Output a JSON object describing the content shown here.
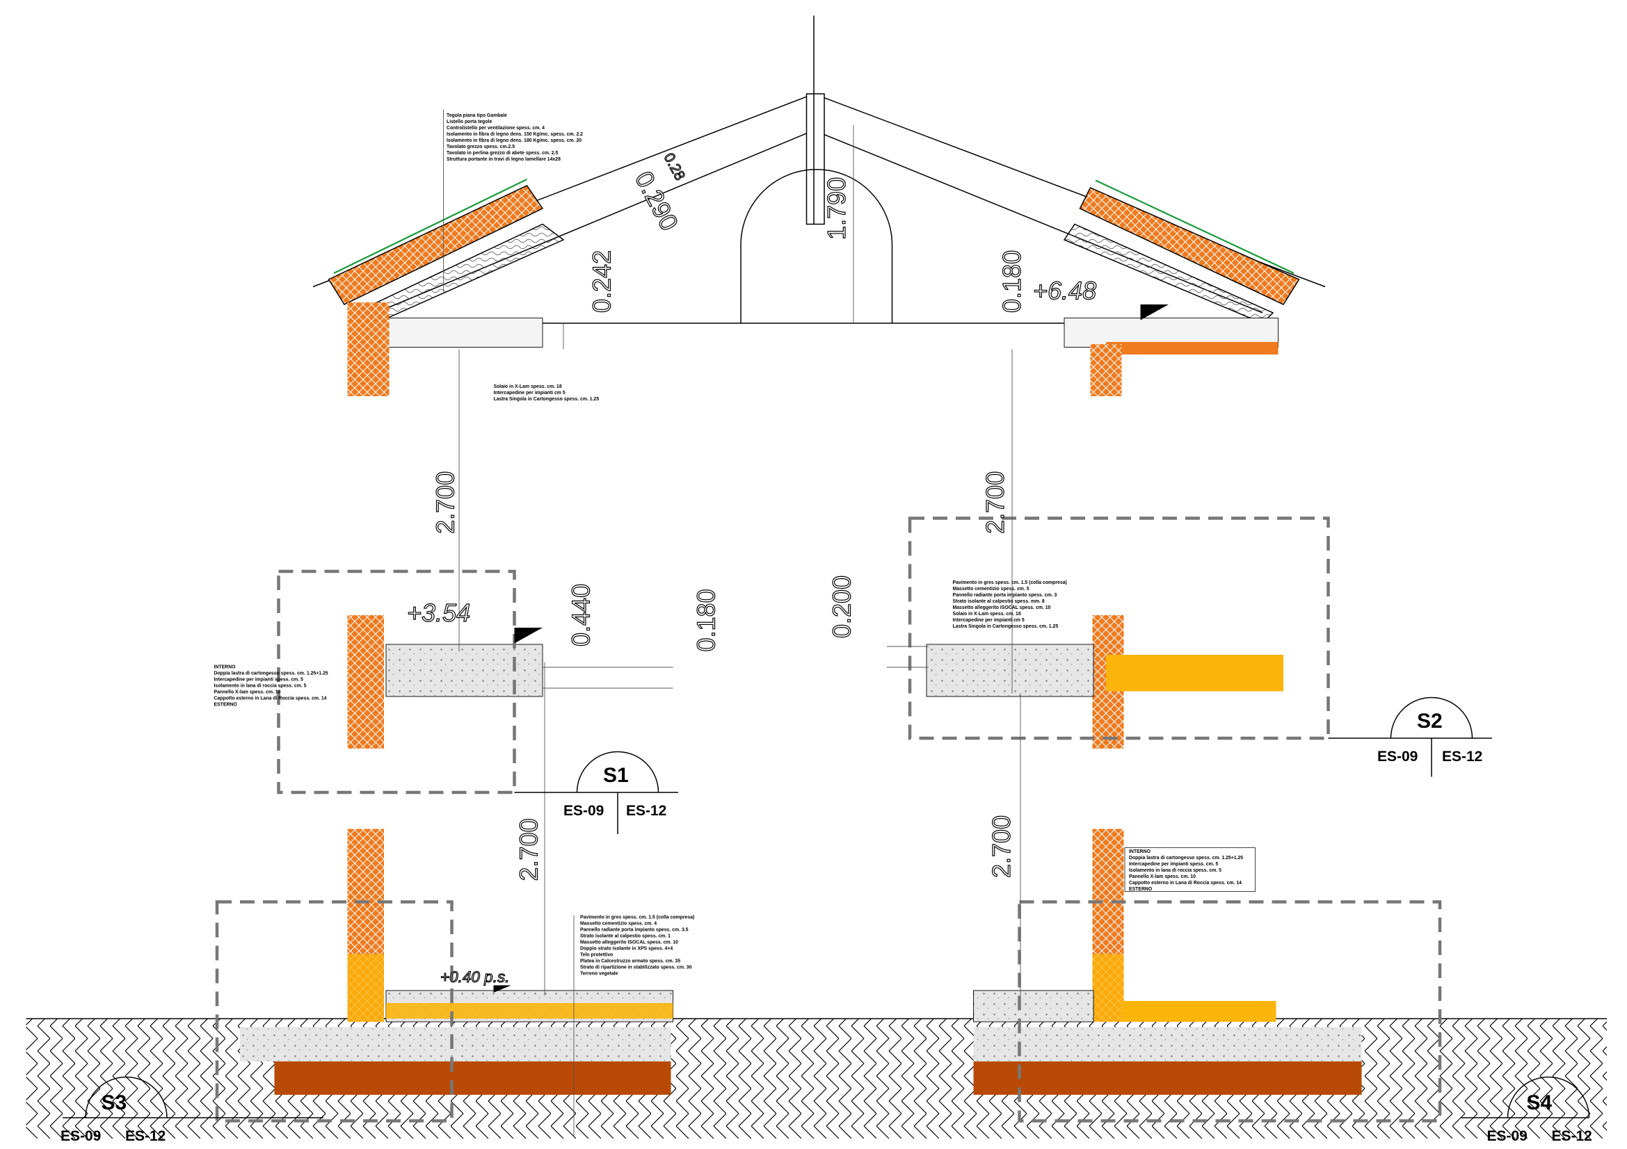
{
  "roof": {
    "notes": [
      "Tegola piana tipo Gambale",
      "Listello porta tegole",
      "Controlistello per ventilazione spess. cm. 4",
      "Isolamento in fibra di legno dens. 150  Kg/mc. spess. cm. 2.2",
      "Isolamento in fibra di legno dens. 180  Kg/mc. spess. cm. 20",
      "Tavolato grezzo spess. cm.2.5",
      "Tavolato in perlina grezzo di abete spess. cm. 2.5",
      "Struttura portante in travi di legno lamellare 14x28"
    ],
    "ceiling_notes": [
      "Solaio in X-Lam spess. cm. 18",
      "Intercapedine per impianti cm 5",
      "Lastra Singola in Cartongesso spess. cm. 1.25"
    ],
    "dims": {
      "ridge_height": "1.790",
      "left_eave": "0.242",
      "right_eave": "0.180",
      "rafter": "0.290",
      "rafter_small": "0.28"
    },
    "level": "+6.48"
  },
  "first_floor": {
    "level": "+3.54",
    "dims": {
      "height_left": "2.700",
      "height_right": "2.700",
      "floor_left": "0.440",
      "slab_left": "0.180",
      "floor_right": "0.200"
    },
    "wall_notes": [
      "INTERNO",
      "Doppia lastra di cartongesso spess. cm. 1.25+1.25",
      "Intercapedine per impianti spess. cm. 5",
      "Isolamento in lana di roccia spess. cm. 5",
      "Pannello X-lam spess. cm. 10",
      "Cappotto esterno in Lana di Roccia spess. cm. 14",
      "ESTERNO"
    ],
    "floor_notes": [
      "Pavimento in gres spess. cm. 1.5 (colla compresa)",
      "Massetto cementizio spess. cm. 5",
      "Pannello radiante porta impianto spess. cm. 3",
      "Strato isolante al calpestio spess. mm. 8",
      "Massetto alleggerito ISOCAL spess. cm. 10",
      "Solaio in X-Lam spess. cm. 18",
      "Intercapedine per impianti cm 5",
      "Lastra Singola in Cartongesso spess. cm. 1.25"
    ]
  },
  "ground_floor": {
    "level": "+0.40 p.s.",
    "dims": {
      "height_left": "2.700",
      "height_right": "2.700"
    },
    "floor_notes": [
      "Pavimento in gres spess. cm. 1.5 (colla compresa)",
      "Massetto cementizio spess. cm. 4",
      "Pannello radiante porta impianto spess. cm. 3.5",
      "Strato isolante al calpestio spess. cm. 1",
      "Massetto alleggerito ISOCAL spess. cm. 10",
      "Doppio strato isolante in XPS spess. 4+4",
      "Telo protettivo",
      "Platea in Calcestruzzo armato spess. cm. 35",
      "Strato di ripartizione in stabilizzato spess. cm. 30",
      "Terreno vegetale"
    ],
    "wall_notes": [
      "INTERNO",
      "Doppia lastra di cartongesso spess. cm. 1.25+1.25",
      "Intercapedine per impianti spess. cm. 5",
      "Isolamento in lana di roccia spess. cm. 5",
      "Pannello X-lam spess. cm. 10",
      "Cappotto esterno in Lana di Roccia spess. cm. 14",
      "ESTERNO"
    ]
  },
  "sections": [
    {
      "id": "S1",
      "refs": [
        "ES-09",
        "ES-12"
      ]
    },
    {
      "id": "S2",
      "refs": [
        "ES-09",
        "ES-12"
      ]
    },
    {
      "id": "S3",
      "refs": [
        "ES-09",
        "ES-12"
      ]
    },
    {
      "id": "S4",
      "refs": [
        "ES-09",
        "ES-12"
      ]
    }
  ],
  "colors": {
    "insulation": "#f07a1e",
    "wood": "#fbb40a",
    "foundation": "#b84a06",
    "gravel": "#d8d8d8",
    "dashed": "#777777"
  }
}
